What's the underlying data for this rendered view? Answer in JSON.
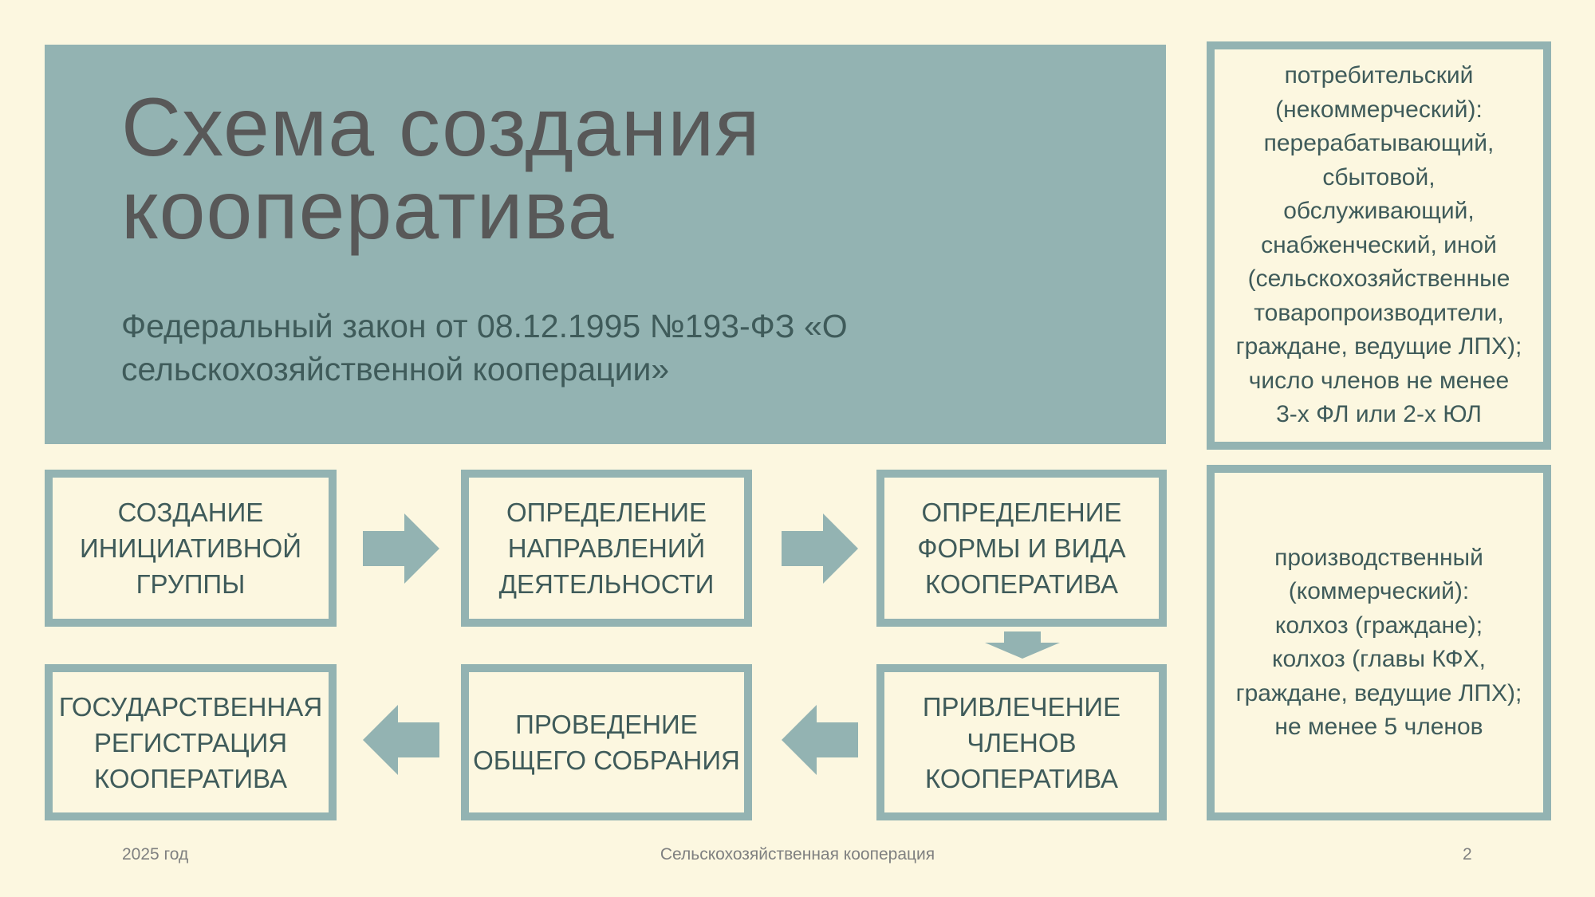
{
  "slide": {
    "title_line1": "Схема создания",
    "title_line2": "кооператива",
    "subtitle_line1": "Федеральный закон от 08.12.1995 №193-ФЗ «О",
    "subtitle_line2": "сельскохозяйственной кооперации»"
  },
  "steps": [
    {
      "lines": [
        "СОЗДАНИЕ",
        "ИНИЦИАТИВНОЙ",
        "ГРУППЫ"
      ]
    },
    {
      "lines": [
        "ОПРЕДЕЛЕНИЕ",
        "НАПРАВЛЕНИЙ",
        "ДЕЯТЕЛЬНОСТИ"
      ]
    },
    {
      "lines": [
        "ОПРЕДЕЛЕНИЕ",
        "ФОРМЫ И ВИДА",
        "КООПЕРАТИВА"
      ]
    },
    {
      "lines": [
        "ПРИВЛЕЧЕНИЕ",
        "ЧЛЕНОВ",
        "КООПЕРАТИВА"
      ]
    },
    {
      "lines": [
        "ПРОВЕДЕНИЕ",
        "ОБЩЕГО СОБРАНИЯ"
      ]
    },
    {
      "lines": [
        "ГОСУДАРСТВЕННАЯ",
        "РЕГИСТРАЦИЯ",
        "КООПЕРАТИВА"
      ]
    }
  ],
  "info_boxes": [
    {
      "lines": [
        "потребительский",
        "(некоммерческий):",
        "перерабатывающий,",
        "сбытовой,",
        "обслуживающий,",
        "снабженческий, иной",
        "(сельскохозяйственные",
        "товаропроизводители,",
        "граждане, ведущие ЛПХ);",
        "число членов не менее",
        "3-х ФЛ или 2-х ЮЛ"
      ]
    },
    {
      "lines": [
        "производственный",
        "(коммерческий):",
        "колхоз (граждане);",
        "колхоз (главы КФХ,",
        "граждане, ведущие ЛПХ);",
        "не менее 5 членов"
      ]
    }
  ],
  "footer": {
    "date": "2025 год",
    "center": "Сельскохозяйственная кооперация",
    "page_number": "2"
  },
  "colors": {
    "background": "#fcf7e0",
    "accent": "#93b3b2",
    "text": "#3f5b5a"
  }
}
